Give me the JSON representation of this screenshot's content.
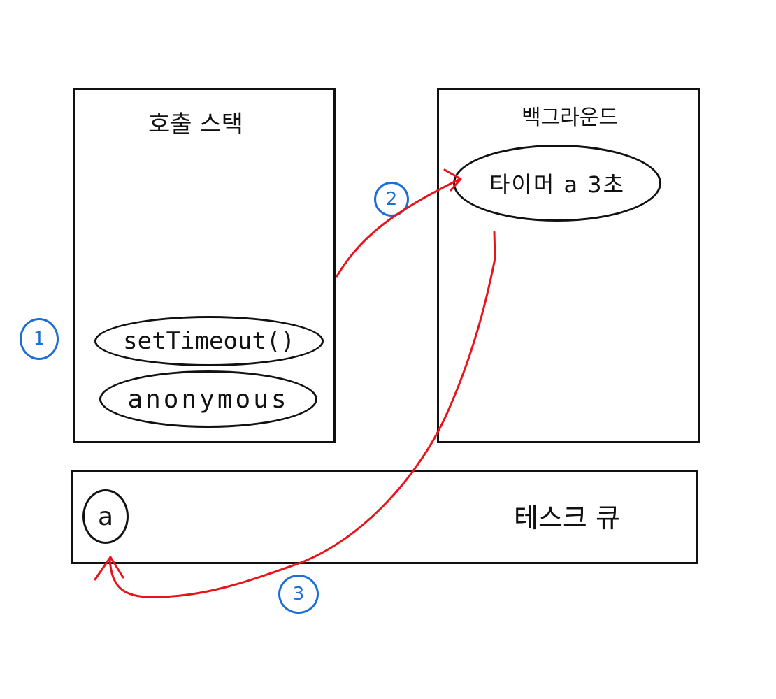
{
  "call_stack": {
    "title": "호출 스택",
    "frames": [
      "setTimeout()",
      "anonymous"
    ]
  },
  "background": {
    "title": "백그라운드",
    "timer_label": "타이머 a 3초"
  },
  "task_queue": {
    "title": "테스크 큐",
    "item": "a"
  },
  "steps": [
    "1",
    "2",
    "3"
  ],
  "colors": {
    "ink": "#111111",
    "arrow": "#e8141c",
    "step_badge": "#1d6fd6"
  }
}
